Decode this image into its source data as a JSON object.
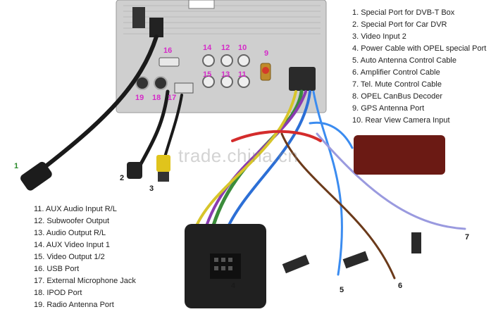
{
  "legend_top_right": [
    "1. Special Port for DVB-T Box",
    " 2. Special Port for Car DVR",
    "3. Video Input 2",
    "4. Power Cable with OPEL special Port",
    "5. Auto Antenna Control Cable",
    "6. Amplifier Control Cable",
    "7. Tel. Mute Control Cable",
    "8. OPEL CanBus Decoder",
    "9. GPS Antenna Port",
    "10. Rear View Camera Input"
  ],
  "legend_bottom_left": [
    "11. AUX Audio Input R/L",
    "12. Subwoofer Output",
    "13. Audio Output R/L",
    "14. AUX Video Input 1",
    "15. Video Output 1/2",
    "16. USB Port",
    "17. External Microphone Jack",
    "18. IPOD Port",
    "19. Radio Antenna Port"
  ],
  "watermark": "trade.china.cn",
  "photo_numbers": {
    "n1": "1",
    "n2": "2",
    "n3": "3",
    "n4": "4",
    "n5": "5",
    "n6": "6",
    "n7": "7",
    "n9": "9",
    "n10": "10",
    "n11": "11",
    "n12": "12",
    "n13": "13",
    "n14": "14",
    "n15": "15",
    "n16": "16",
    "n17": "17",
    "n18": "18",
    "n19": "19"
  },
  "colors": {
    "pink_label": "#d42cc8",
    "blue_label": "#3b6fd6",
    "unit_body": "#c9c9c9",
    "decoder_box": "#6b1a14"
  }
}
